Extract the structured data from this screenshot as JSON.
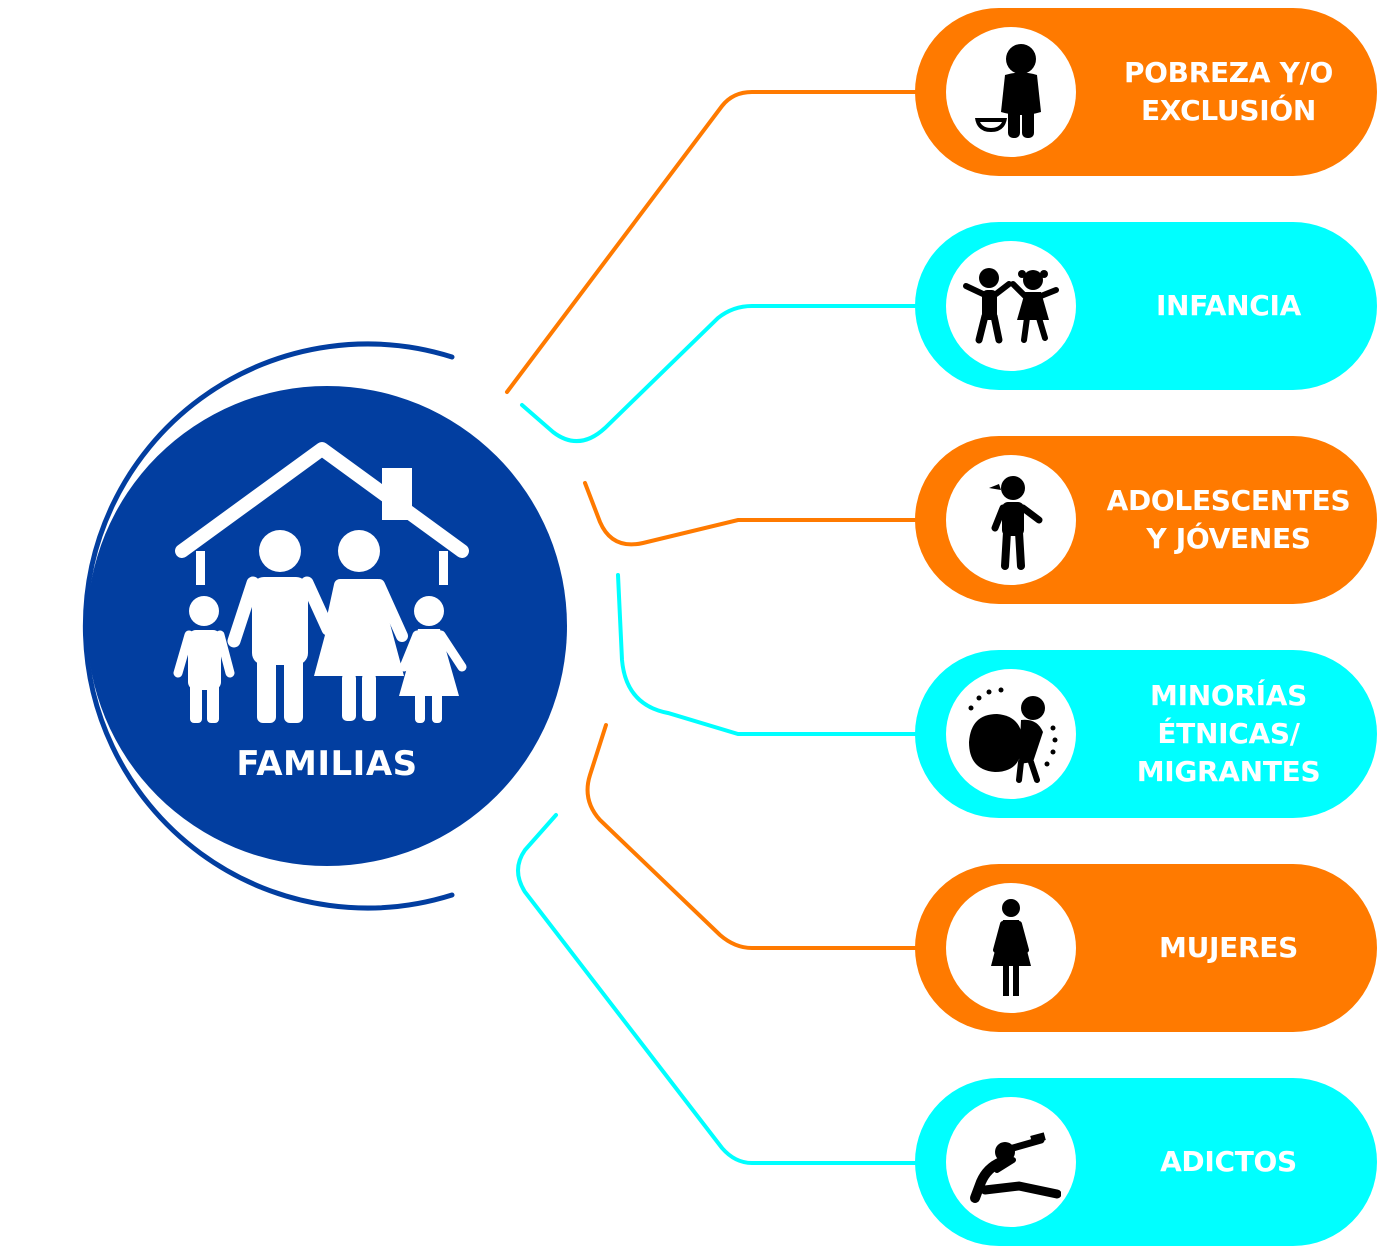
{
  "colors": {
    "orange": "#ff7a00",
    "cyan": "#00ffff",
    "blue": "#023ea0",
    "icon": "#000000"
  },
  "center": {
    "label": "FAMILIAS",
    "icon": "family-house-icon"
  },
  "categories": [
    {
      "id": "poverty",
      "label": "POBREZA Y/O\nEXCLUSIÓN",
      "color": "orange",
      "icon": "seated-beggar-icon"
    },
    {
      "id": "childhood",
      "label": "INFANCIA",
      "color": "cyan",
      "icon": "children-playing-icon"
    },
    {
      "id": "youth",
      "label": "ADOLESCENTES\nY JÓVENES",
      "color": "orange",
      "icon": "teen-cap-icon"
    },
    {
      "id": "minorities",
      "label": "MINORÍAS\nÉTNICAS/\nMIGRANTES",
      "color": "cyan",
      "icon": "migrant-bundle-icon"
    },
    {
      "id": "women",
      "label": "MUJERES",
      "color": "orange",
      "icon": "woman-icon"
    },
    {
      "id": "addicts",
      "label": "ADICTOS",
      "color": "cyan",
      "icon": "person-drinking-icon"
    }
  ]
}
